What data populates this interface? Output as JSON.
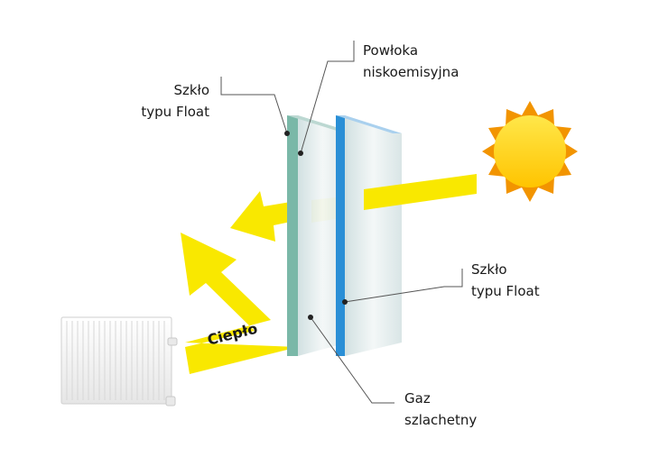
{
  "labels": {
    "float_glass_left": [
      "Szkło",
      "typu Float"
    ],
    "low_e_coating": [
      "Powłoka",
      "niskoemisyjna"
    ],
    "float_glass_right": [
      "Szkło",
      "typu Float"
    ],
    "noble_gas": [
      "Gaz",
      "szlachetny"
    ],
    "heat": "Ciepło"
  },
  "icons": [
    "sun-icon",
    "radiator-icon"
  ],
  "colors": {
    "arrow": "#f9e800",
    "sun_core": "#ffd500",
    "sun_rays": "#f29400",
    "glass_edge_left": "#7ab8a8",
    "glass_edge_right": "#2a8fd6",
    "glass_face": "#e4eeef",
    "leader": "#555555"
  }
}
